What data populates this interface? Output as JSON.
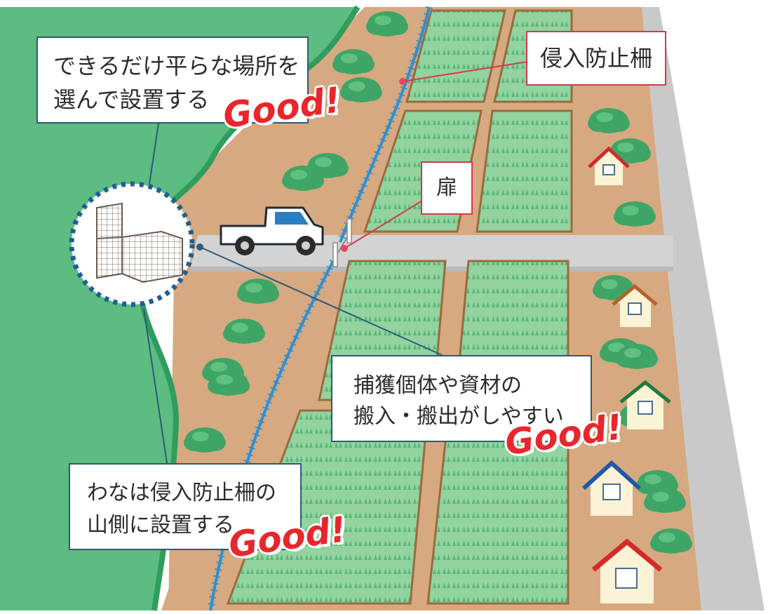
{
  "callouts": {
    "flat_place": [
      "できるだけ平らな場所を",
      "選んで設置する"
    ],
    "fence": "侵入防止柵",
    "door": "扉",
    "transport": [
      "捕獲個体や資材の",
      "搬入・搬出がしやすい"
    ],
    "mountain_side": [
      "わなは侵入防止柵の",
      "山側に設置する"
    ]
  },
  "badges": {
    "good": "Good!"
  },
  "colors": {
    "forest": "#5fba80",
    "forest_edge": "#2f9d5c",
    "soil": "#d6a981",
    "road": "#d3d3d3",
    "field": "#8fcf9a",
    "fence": "#2f8fcf",
    "callout_border": "#2c5a7a",
    "callout_border_red": "#d4384e",
    "good_text": "#e8262c"
  },
  "icons": [
    "box-trap-icon",
    "pickup-truck-icon",
    "house-icon",
    "bush-icon",
    "gate-icon"
  ]
}
